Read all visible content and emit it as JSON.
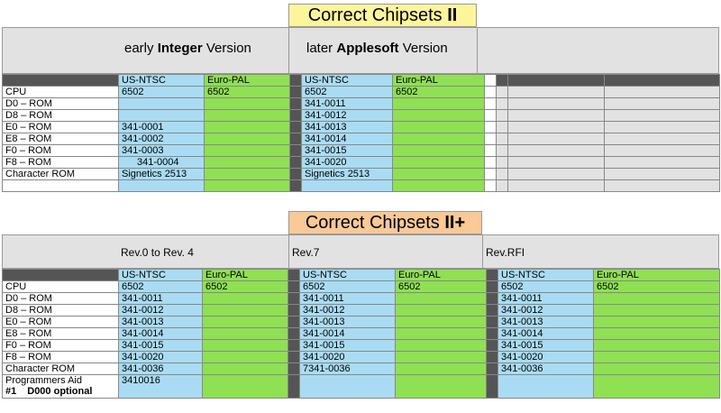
{
  "section1": {
    "title_prefix": "Correct Chipsets ",
    "title_model": "II",
    "early_pre": "early ",
    "early_bold": "Integer",
    "early_post": " Version",
    "later_pre": "later ",
    "later_bold": "Applesoft",
    "later_post": " Version",
    "col_ntsc": "US-NTSC",
    "col_pal": "Euro-PAL",
    "rows": [
      {
        "label": "CPU",
        "early_ntsc": "6502",
        "early_pal": "6502",
        "later_ntsc": "6502",
        "later_pal": "6502"
      },
      {
        "label": "D0 – ROM",
        "early_ntsc": "",
        "early_pal": "",
        "later_ntsc": "341-0011",
        "later_pal": ""
      },
      {
        "label": "D8 – ROM",
        "early_ntsc": "",
        "early_pal": "",
        "later_ntsc": "341-0012",
        "later_pal": ""
      },
      {
        "label": "E0 – ROM",
        "early_ntsc": "341-0001",
        "early_pal": "",
        "later_ntsc": "341-0013",
        "later_pal": ""
      },
      {
        "label": "E8 – ROM",
        "early_ntsc": "341-0002",
        "early_pal": "",
        "later_ntsc": "341-0014",
        "later_pal": ""
      },
      {
        "label": "F0 – ROM",
        "early_ntsc": "341-0003",
        "early_pal": "",
        "later_ntsc": "341-0015",
        "later_pal": ""
      },
      {
        "label": "F8 – ROM",
        "early_ntsc": "341-0004",
        "early_pal": "",
        "later_ntsc": "341-0020",
        "later_pal": ""
      },
      {
        "label": "Character ROM",
        "early_ntsc": "Signetics 2513",
        "early_pal": "",
        "later_ntsc": "Signetics 2513",
        "later_pal": ""
      },
      {
        "label": "",
        "early_ntsc": "",
        "early_pal": "",
        "later_ntsc": "",
        "later_pal": ""
      }
    ]
  },
  "section2": {
    "title_prefix": "Correct Chipsets ",
    "title_model": "II+",
    "rev0": "Rev.0 to Rev. 4",
    "rev7": "Rev.7",
    "revrfi": "Rev.RFI",
    "col_ntsc": "US-NTSC",
    "col_pal": "Euro-PAL",
    "rows": [
      {
        "label": "CPU",
        "a_ntsc": "6502",
        "a_pal": "6502",
        "b_ntsc": "6502",
        "b_pal": "6502",
        "c_ntsc": "6502",
        "c_pal": "6502"
      },
      {
        "label": "D0 – ROM",
        "a_ntsc": "341-0011",
        "a_pal": "",
        "b_ntsc": "341-0011",
        "b_pal": "",
        "c_ntsc": "341-0011",
        "c_pal": ""
      },
      {
        "label": "D8 – ROM",
        "a_ntsc": "341-0012",
        "a_pal": "",
        "b_ntsc": "341-0012",
        "b_pal": "",
        "c_ntsc": "341-0012",
        "c_pal": ""
      },
      {
        "label": "E0 – ROM",
        "a_ntsc": "341-0013",
        "a_pal": "",
        "b_ntsc": "341-0013",
        "b_pal": "",
        "c_ntsc": "341-0013",
        "c_pal": ""
      },
      {
        "label": "E8 – ROM",
        "a_ntsc": "341-0014",
        "a_pal": "",
        "b_ntsc": "341-0014",
        "b_pal": "",
        "c_ntsc": "341-0014",
        "c_pal": ""
      },
      {
        "label": "F0 – ROM",
        "a_ntsc": "341-0015",
        "a_pal": "",
        "b_ntsc": "341-0015",
        "b_pal": "",
        "c_ntsc": "341-0015",
        "c_pal": ""
      },
      {
        "label": "F8 – ROM",
        "a_ntsc": "341-0020",
        "a_pal": "",
        "b_ntsc": "341-0020",
        "b_pal": "",
        "c_ntsc": "341-0020",
        "c_pal": ""
      },
      {
        "label": "Character ROM",
        "a_ntsc": "341-0036",
        "a_pal": "",
        "b_ntsc": "7341-0036",
        "b_pal": "",
        "c_ntsc": "341-0036",
        "c_pal": ""
      }
    ],
    "prog_label_line1": "Programmers Aid",
    "prog_label_num": "#1",
    "prog_label_code": "D000",
    "prog_label_opt": "optional",
    "prog_value": "3410016"
  }
}
